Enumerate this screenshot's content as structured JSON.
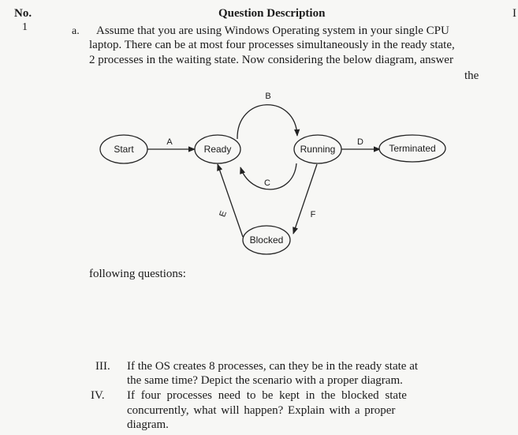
{
  "header": {
    "no_label": "No.",
    "row_number": "1",
    "question_title": "Question Description",
    "edge_mark": "I"
  },
  "question": {
    "part_label": "a.",
    "lines": [
      "Assume that you are using Windows Operating system in your single CPU",
      "laptop. There can be at most four processes simultaneously in the ready state,",
      "2 processes in the waiting state. Now considering the below diagram, answer"
    ],
    "trailing_word": "the",
    "continuation": "following questions:"
  },
  "diagram": {
    "states": {
      "start": "Start",
      "ready": "Ready",
      "running": "Running",
      "terminated": "Terminated",
      "blocked": "Blocked"
    },
    "transitions": {
      "a": "A",
      "b": "B",
      "c": "C",
      "d": "D",
      "e": "E",
      "f": "F"
    }
  },
  "sub_questions": [
    {
      "roman": "III.",
      "lines": [
        "If the OS creates 8 processes, can they be in the ready state at",
        "the same time? Depict the scenario with a proper diagram."
      ]
    },
    {
      "roman": "IV.",
      "lines": [
        "If four processes need to be kept in the blocked state",
        "concurrently, what will happen? Explain with a proper",
        "diagram."
      ]
    }
  ]
}
